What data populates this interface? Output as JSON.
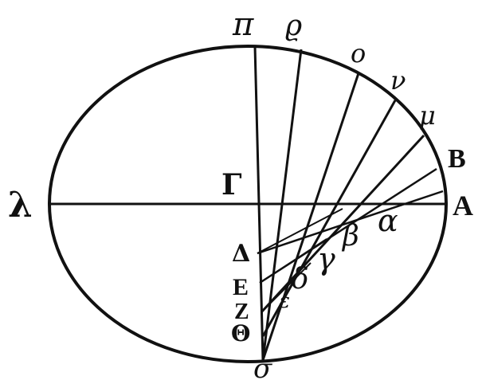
{
  "diagram": {
    "stroke_color": "#111111",
    "background": "#ffffff",
    "labels": {
      "top": "π",
      "rho": "ϱ",
      "omicron": "ο",
      "nu": "ν",
      "mu": "μ",
      "B": "B",
      "A": "A",
      "lambda": "λ",
      "Gamma": "Γ",
      "Delta": "Δ",
      "E": "E",
      "Z": "Z",
      "Theta": "Θ",
      "sigma": "σ",
      "alpha": "α",
      "beta": "β",
      "gamma": "γ",
      "delta": "δ",
      "epsilon": "ε"
    }
  }
}
